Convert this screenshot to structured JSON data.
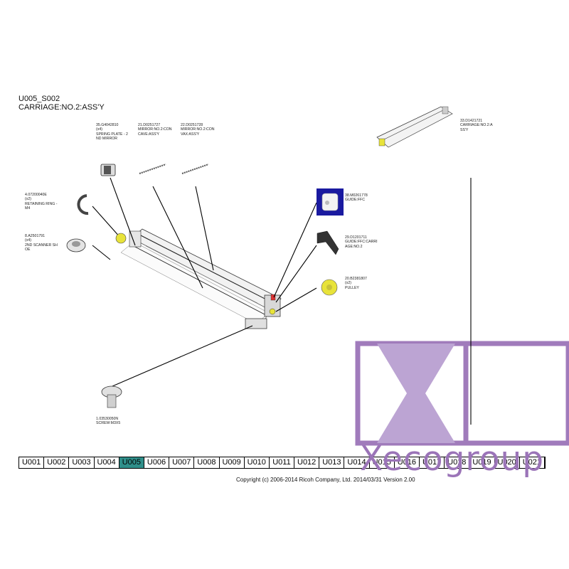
{
  "page": {
    "code": "U005_S002",
    "title": "CARRIAGE:NO.2:ASS'Y"
  },
  "parts": [
    {
      "id": "p35",
      "lines": [
        "35.G4042810",
        "(x4)",
        "SPRING PLATE - 2",
        "ND MIRROR"
      ]
    },
    {
      "id": "p21",
      "lines": [
        "21.D0251727",
        "MIRROR:NO.2:CON",
        "CAVE:ASS'Y"
      ]
    },
    {
      "id": "p22",
      "lines": [
        "22.D0251728",
        "MIRROR:NO.2:CON",
        "VAX:ASS'Y"
      ]
    },
    {
      "id": "p33",
      "lines": [
        "33.D1421721",
        "CARRIAGE:NO.2:A",
        "SS'Y"
      ]
    },
    {
      "id": "p4",
      "lines": [
        "4.07200040E",
        "(x2)",
        "RETAINING RING -",
        "M4"
      ]
    },
    {
      "id": "p38",
      "lines": [
        "38.M0261778",
        "GUIDE:FFC"
      ]
    },
    {
      "id": "p8",
      "lines": [
        "8.A2501791",
        "(x4)",
        "2ND SCANNER SH",
        "OE"
      ]
    },
    {
      "id": "p29",
      "lines": [
        "29.D1201711",
        "GUIDE:FFC:CARRI",
        "AGE:NO.2"
      ]
    },
    {
      "id": "p20",
      "lines": [
        "20.B2381807",
        "(x2)",
        "PULLEY"
      ]
    },
    {
      "id": "p1",
      "lines": [
        "1.03530050N",
        "SCREW:M3X5"
      ]
    }
  ],
  "nav": {
    "tabs": [
      "U001",
      "U002",
      "U003",
      "U004",
      "U005",
      "U006",
      "U007",
      "U008",
      "U009",
      "U010",
      "U011",
      "U012",
      "U013",
      "U014",
      "U015",
      "U016",
      "U017",
      "U018",
      "U019",
      "U020",
      "U021"
    ],
    "active": "U005"
  },
  "footer": {
    "copyright": "Copyright (c) 2006-2014 Ricoh Company, Ltd.    2014/03/31 Version 2.00"
  },
  "watermark": {
    "text": "Xecogroup",
    "color": "#9b74b8"
  },
  "colors": {
    "highlight_tab": "#2f8f8a",
    "guide_box": "#1a1aa0",
    "part_yellow": "#e8e33a"
  }
}
